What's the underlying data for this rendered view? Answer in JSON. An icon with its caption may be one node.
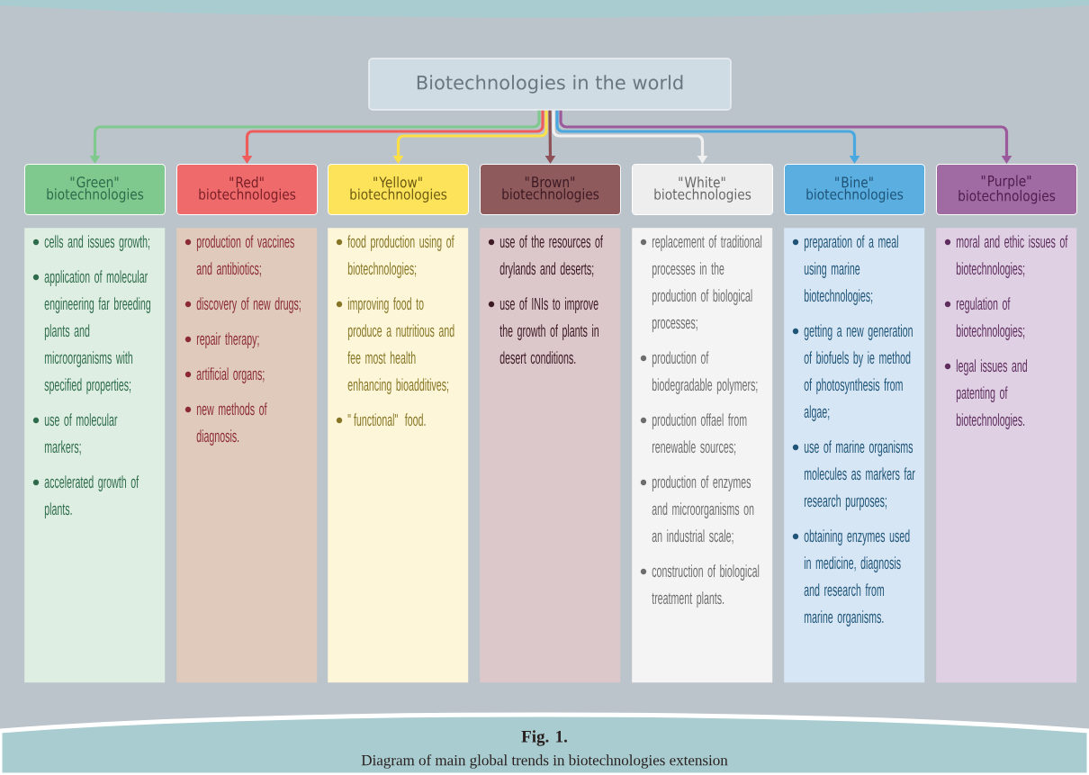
{
  "diagram": {
    "caption": "Diagram of main global trends in biotechnologies extension",
    "nodes": [
      {
        "text": [
          "Biotechnologies in the world"
        ]
      },
      {
        "text": [
          "\"Green\" biotechnologies"
        ]
      },
      {
        "text": [
          "\"Red\" biotechnologies"
        ]
      },
      {
        "text": [
          "\"Yellow\" biotechnologies"
        ]
      },
      {
        "text": [
          "\"Brown\" biotechnologies"
        ]
      },
      {
        "text": [
          "\"White\" biotechnologies"
        ]
      },
      {
        "text": [
          "\"Bine\" biotechnologies"
        ]
      },
      {
        "text": [
          "\"Purple\" biotechnologies"
        ]
      },
      {
        "text": [
          "cells and issues growth;",
          "application of molecular engineering far breeding plants and microorganisms with specified properties;",
          "use of molecular markers;",
          "accelerated growth of plants."
        ]
      },
      {
        "text": [
          "production of vaccines and antibiotics;",
          "discovery of new drugs;",
          "repair therapy;",
          "artificial organs;",
          "new methods of diagnosis."
        ]
      },
      {
        "text": [
          "food production using of biotechnologies;",
          "improving food to produce a nutritious and fee most health enhancing bioadditives;",
          "\"functional\" food."
        ]
      },
      {
        "text": [
          "use of the resources of drylands and deserts;",
          "use of INIs to improve the growth of plants in desert conditions."
        ]
      },
      {
        "text": [
          "replacement of traditional processes in the production of biological processes;",
          "production of biodegradable polymers;",
          "production offael from renewable sources;",
          "production of enzymes and microorganisms on an industrial scale;",
          "construction of biological treatment plants."
        ]
      },
      {
        "text": [
          "preparation of a meal using marine biotechnologies;",
          "getting a new generation of biofuels by ie method of photosynthesis from algae;",
          "use of marine organisms molecules as markers far research purposes;",
          "obtaining enzymes used in medicine, diagnosis and research from marine organisms."
        ]
      },
      {
        "text": [
          "moral and ethic issues of biotechnologies;",
          "regulation of biotechnologies;",
          "legal issues and patenting of biotechnologies."
        ]
      }
    ],
    "edges": [
      {
        "from": 0,
        "to": 1,
        "arrow": "to",
        "color": "#7fc98f"
      },
      {
        "from": 0,
        "to": 2,
        "arrow": "to",
        "color": "#ee5c5c"
      },
      {
        "from": 0,
        "to": 3,
        "arrow": "to",
        "color": "#fde047"
      },
      {
        "from": 0,
        "to": 4,
        "arrow": "to",
        "color": "#8e5057"
      },
      {
        "from": 0,
        "to": 5,
        "arrow": "to",
        "color": "#f0f0f0"
      },
      {
        "from": 0,
        "to": 6,
        "arrow": "to",
        "color": "#4aa8e0"
      },
      {
        "from": 0,
        "to": 7,
        "arrow": "to",
        "color": "#9a5a9c"
      }
    ],
    "labels": [
      "Fig. 1."
    ]
  }
}
